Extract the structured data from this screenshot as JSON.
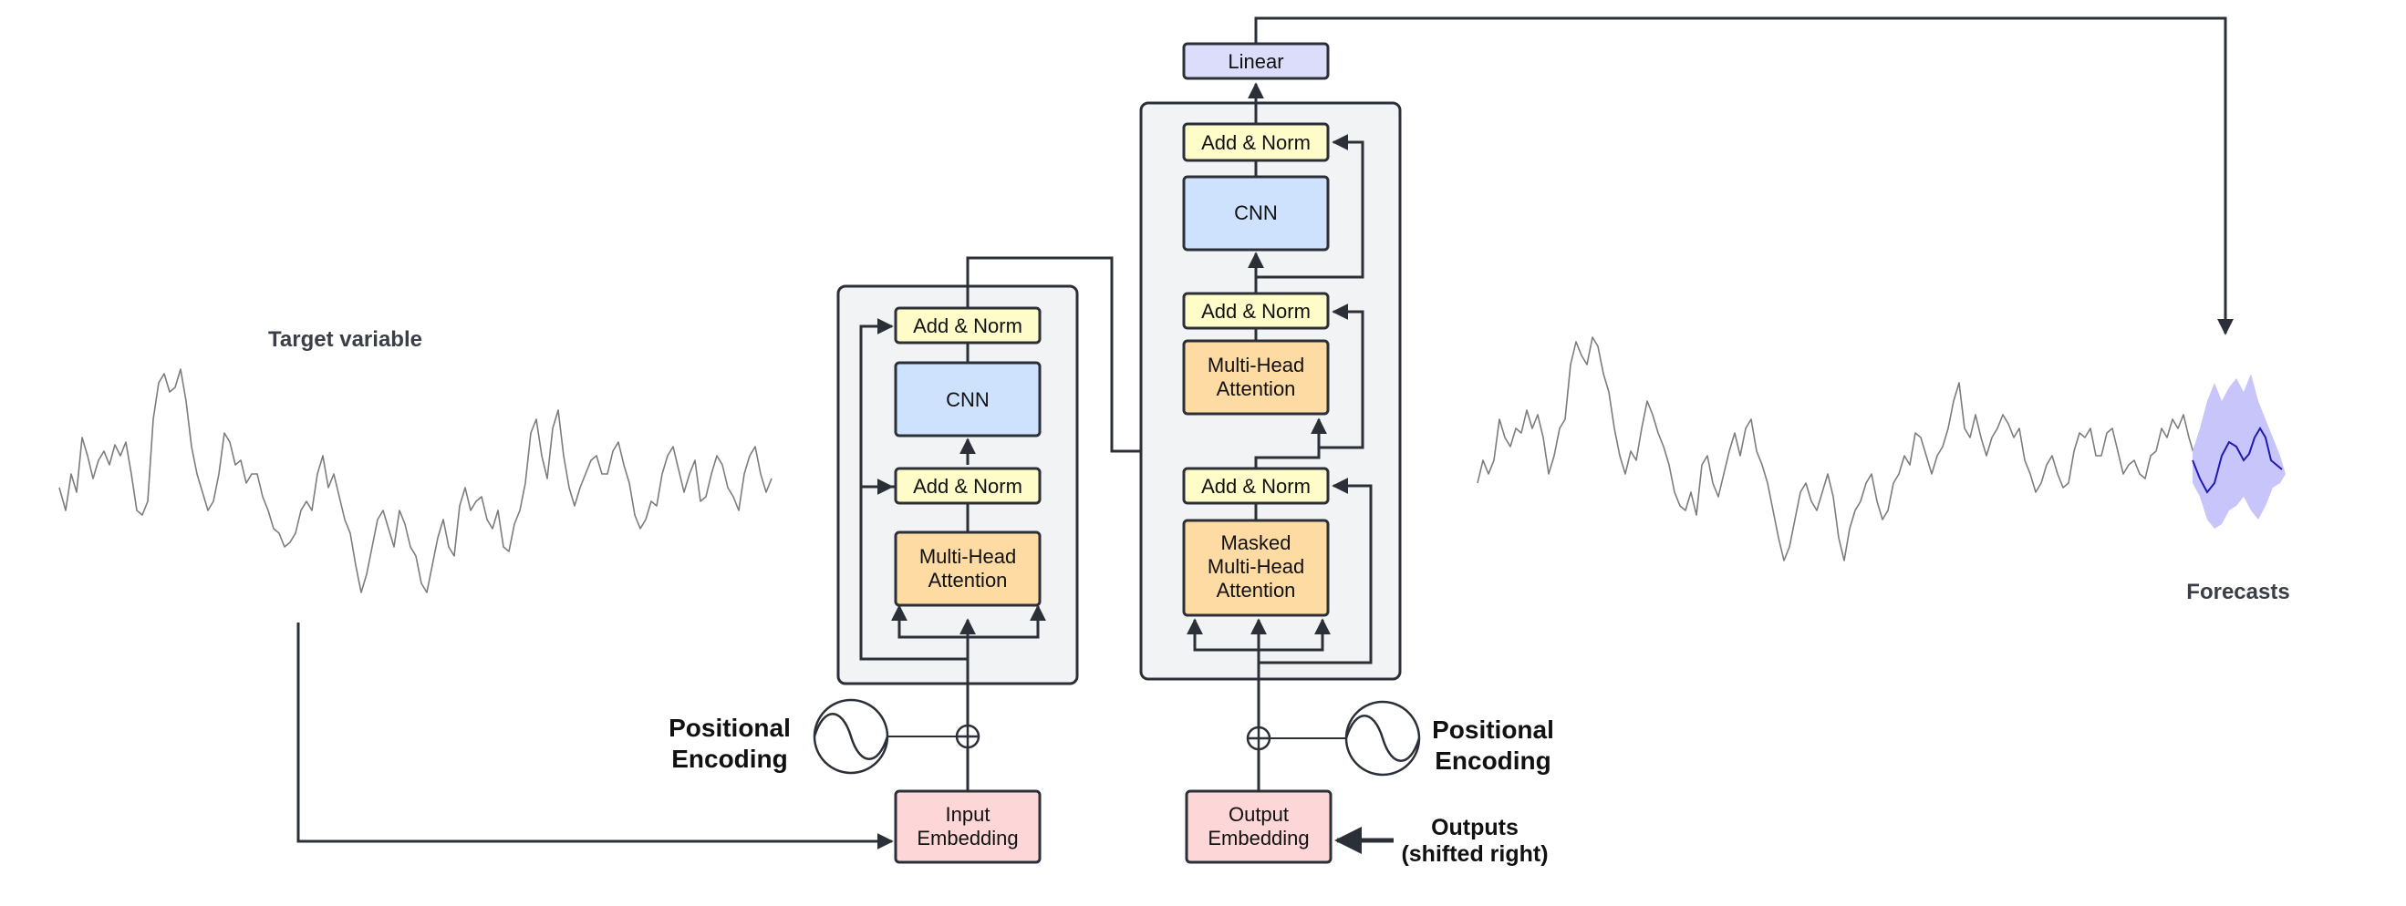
{
  "labels": {
    "target_variable": "Target variable",
    "forecasts": "Forecasts",
    "outputs_line1": "Outputs",
    "outputs_line2": "(shifted right)",
    "enc_pos_line1": "Positional",
    "enc_pos_line2": "Encoding",
    "dec_pos_line1": "Positional",
    "dec_pos_line2": "Encoding"
  },
  "encoder": {
    "add_norm_top": "Add & Norm",
    "cnn": "CNN",
    "add_norm_bottom": "Add & Norm",
    "mha_line1": "Multi-Head",
    "mha_line2": "Attention",
    "input_emb_line1": "Input",
    "input_emb_line2": "Embedding"
  },
  "decoder": {
    "linear": "Linear",
    "add_norm_top": "Add & Norm",
    "cnn": "CNN",
    "add_norm_mid": "Add & Norm",
    "mha_line1": "Multi-Head",
    "mha_line2": "Attention",
    "add_norm_bottom": "Add & Norm",
    "masked_line1": "Masked",
    "masked_line2": "Multi-Head",
    "masked_line3": "Attention",
    "output_emb_line1": "Output",
    "output_emb_line2": "Embedding"
  },
  "colors": {
    "stroke": "#2b3038",
    "container_fill": "#f2f3f5",
    "add_norm_fill": "#fefcc8",
    "cnn_fill": "#cfe2fd",
    "attention_fill": "#fddba3",
    "embedding_fill": "#fdd7d8",
    "linear_fill": "#dcdcfb",
    "series_line": "#7c7c7c",
    "forecast_band": "#c8c5fb",
    "forecast_line": "#1d1bb0"
  }
}
